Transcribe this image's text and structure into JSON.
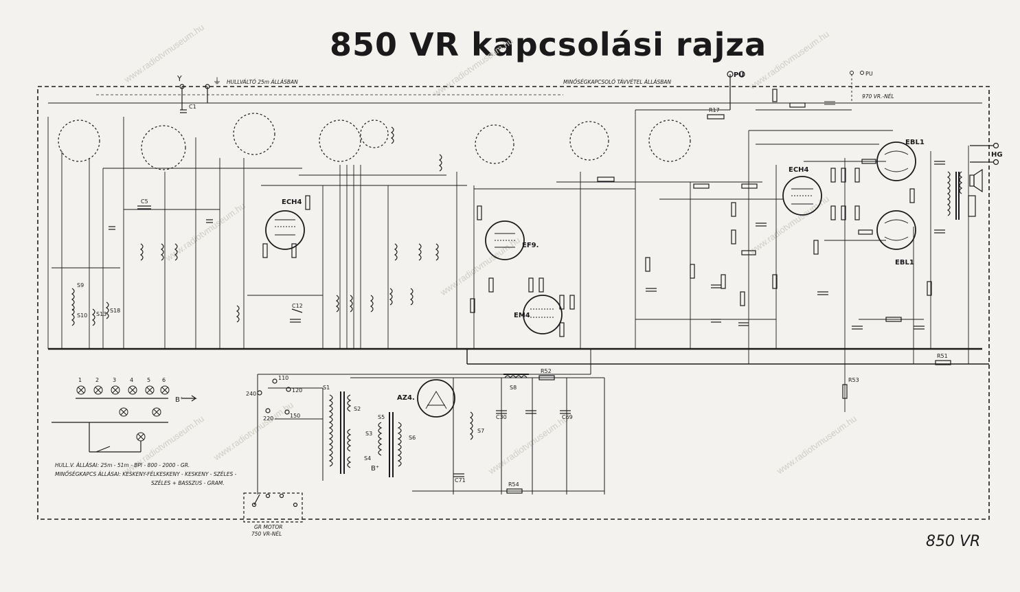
{
  "title": "850 VR  kapcsolási  rajza",
  "footer": "850 VR",
  "watermark": "www.radiotvmuseum.hu",
  "tubes": {
    "ech4_left": "ECH4",
    "ef9": "EF9.",
    "em4": "EM4",
    "ech4_right": "ECH4",
    "ebl1_top": "EBL1",
    "ebl1_bottom": "EBL1",
    "az4": "AZ4."
  },
  "terminals": {
    "antenna": "Y",
    "ground": "⏚",
    "pu": "PU",
    "pu_pair": "PU",
    "hg": "HG",
    "b_plus_left": "B⁺",
    "b_plus_right": "B⁺"
  },
  "components": {
    "s1": "S1",
    "s2": "S2",
    "s3": "S3",
    "s4": "S4",
    "s5": "S5",
    "s6": "S6",
    "s7": "S7",
    "s8": "S8",
    "c1": "C1",
    "c5": "C5",
    "c12": "C12",
    "c30": "C30",
    "c69": "C69",
    "c71": "C71",
    "r52": "R52",
    "r53": "R53",
    "r54": "R54",
    "r17": "R17",
    "r51": "R51",
    "s9": "S9",
    "s10": "S10",
    "s13": "S13",
    "s18": "S18"
  },
  "voltages": {
    "v110": "110",
    "v120": "120",
    "v150": "150",
    "v220": "220",
    "v240": "240"
  },
  "notes": {
    "hullvalto": "HULLVÁLTÓ 25m ÁLLÁSBAN",
    "minoseg_top": "MINŐSÉGKAPCSOLÓ TÁVVÉTEL ÁLLÁSBAN",
    "vr_only": "970 VR.-NÉL",
    "motor": "GR MOTOR",
    "motor_sub": "750 VR-NÉL",
    "legend1": "HULL.V. ÁLLÁSAI: 25m - 51m - BPI - 800 - 2000 - GR.",
    "legend2": "MINŐSÉGKAPCS ÁLLÁSAI: KESKENY-FÉLKESKENY - KESKENY - SZÉLES -",
    "legend3": "SZÉLES + BASSZUS - GRAM."
  },
  "pilot_lamps": [
    "1",
    "2",
    "3",
    "4",
    "5",
    "6"
  ]
}
